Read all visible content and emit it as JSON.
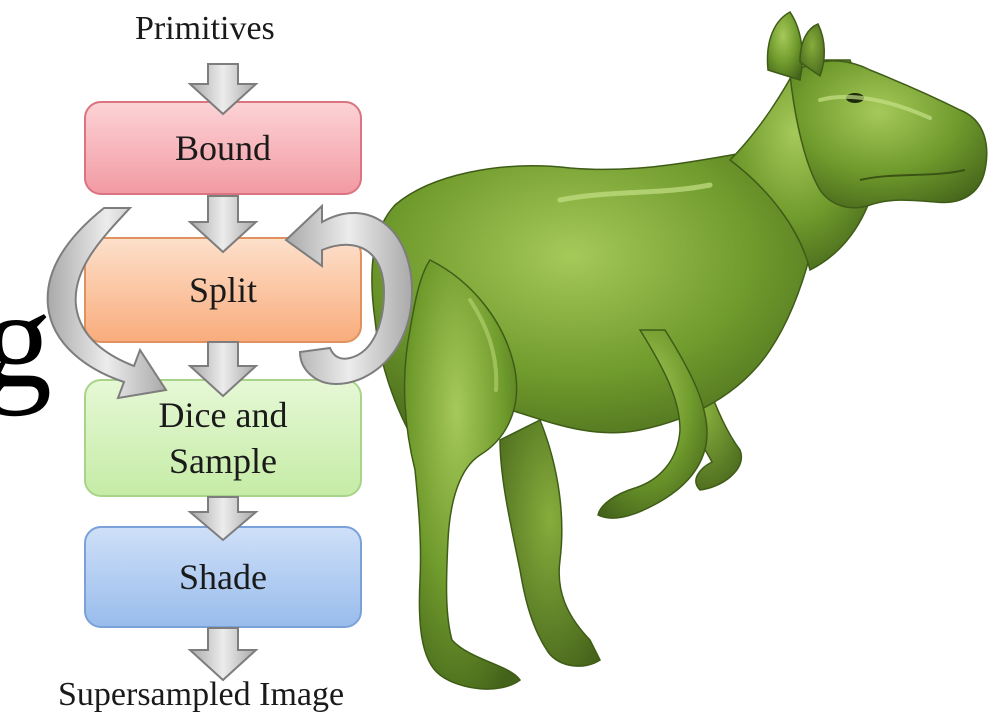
{
  "diagram": {
    "input_label": "Primitives",
    "output_label": "Supersampled Image",
    "stages": [
      {
        "id": "bound",
        "label": "Bound",
        "color": "#f4a6ad"
      },
      {
        "id": "split",
        "label": "Split",
        "color": "#fbb98f"
      },
      {
        "id": "dice",
        "label": "Dice and\nSample",
        "color": "#cdf0b2"
      },
      {
        "id": "shade",
        "label": "Shade",
        "color": "#a7c7f1"
      }
    ],
    "edges": [
      {
        "from": "primitives",
        "to": "bound"
      },
      {
        "from": "bound",
        "to": "split"
      },
      {
        "from": "bound",
        "to": "dice"
      },
      {
        "from": "split",
        "to": "split"
      },
      {
        "from": "split",
        "to": "dice"
      },
      {
        "from": "dice",
        "to": "shade"
      },
      {
        "from": "shade",
        "to": "output"
      }
    ]
  },
  "edge_glyph": "g",
  "illustration": {
    "subject": "green sculpted dinosaur-like creature",
    "color": "#6f9a2c"
  }
}
